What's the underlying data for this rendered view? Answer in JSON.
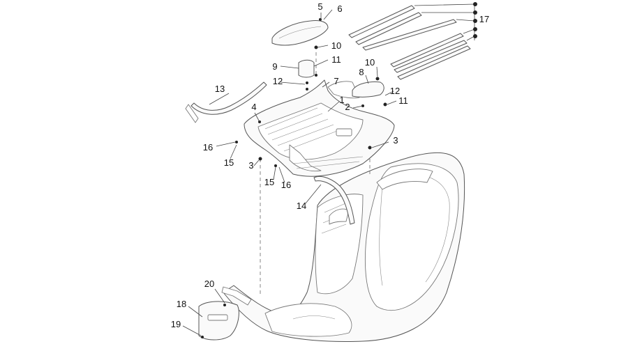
{
  "callouts": {
    "c1": "1",
    "c2": "2",
    "c3a": "3",
    "c3b": "3",
    "c4": "4",
    "c5": "5",
    "c6": "6",
    "c7": "7",
    "c8": "8",
    "c9": "9",
    "c10a": "10",
    "c10b": "10",
    "c11a": "11",
    "c11b": "11",
    "c12a": "12",
    "c12b": "12",
    "c13": "13",
    "c14": "14",
    "c15a": "15",
    "c15b": "15",
    "c16a": "16",
    "c16b": "16",
    "c17": "17",
    "c18": "18",
    "c19": "19",
    "c20": "20"
  }
}
